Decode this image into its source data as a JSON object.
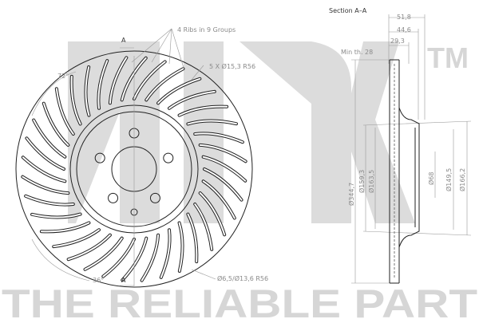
{
  "watermark": {
    "brand": "NK",
    "trademark": "TM",
    "slogan": "THE RELIABLE PART"
  },
  "front_view": {
    "section_marker_top": "A",
    "section_marker_bottom": "A",
    "ribs_label": "4 Ribs in 9 Groups",
    "bolt_label": "5 X Ø15,3  R56",
    "hole_label": "Ø6,5/Ø13,6  R56",
    "angle_top": "72°",
    "angle_bottom": "36°"
  },
  "section_view": {
    "title": "Section A–A",
    "min_thickness": "Min th. 28",
    "widths": [
      "51,8",
      "44,6",
      "29,3"
    ],
    "diameters_left": [
      "Ø344,7",
      "Ø159,3",
      "Ø163,5"
    ],
    "diameters_right": [
      "Ø68",
      "Ø149,5",
      "Ø166,2"
    ]
  },
  "colors": {
    "watermark": "#d6d6d6",
    "line": "#222222",
    "dimension": "#8a8a8a"
  }
}
